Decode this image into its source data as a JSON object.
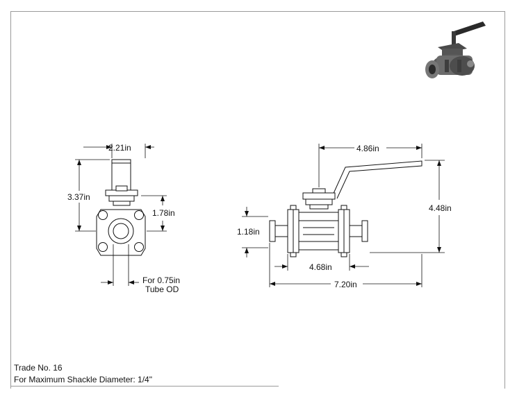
{
  "dimensions": {
    "front_width": "2.21in",
    "front_height": "3.37in",
    "center_height": "1.78in",
    "tube_note_line1": "For 0.75in",
    "tube_note_line2": "Tube OD",
    "handle_length": "4.86in",
    "overall_height": "4.48in",
    "port_height": "1.18in",
    "body_length": "4.68in",
    "overall_length": "7.20in"
  },
  "notes": {
    "trade_no": "Trade No. 16",
    "shackle": "For Maximum Shackle Diameter: 1/4\""
  }
}
